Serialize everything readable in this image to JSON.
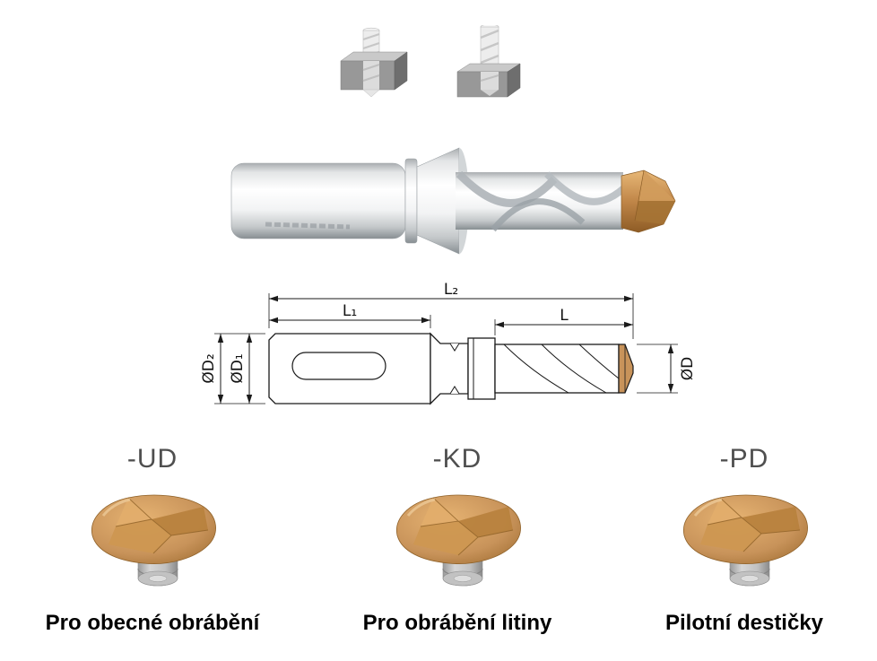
{
  "page": {
    "background": "#ffffff"
  },
  "header_icons": {
    "left": "through-hole-drilling-icon",
    "right": "blind-hole-drilling-icon"
  },
  "diagram": {
    "dims": {
      "l2": "L₂",
      "l1": "L₁",
      "l": "L",
      "d2": "ØD₂",
      "d1": "ØD₁",
      "d": "ØD"
    }
  },
  "insert_types": [
    {
      "code": "-UD",
      "caption": "Pro obecné obrábění"
    },
    {
      "code": "-KD",
      "caption": "Pro obrábění litiny"
    },
    {
      "code": "-PD",
      "caption": "Pilotní destičky"
    }
  ],
  "colors": {
    "insert_bronze": "#c8935a",
    "drawing_line": "#1a1a1a",
    "type_heading": "#4f4f4f",
    "caption_text": "#000000",
    "block_gray": "#989898"
  }
}
